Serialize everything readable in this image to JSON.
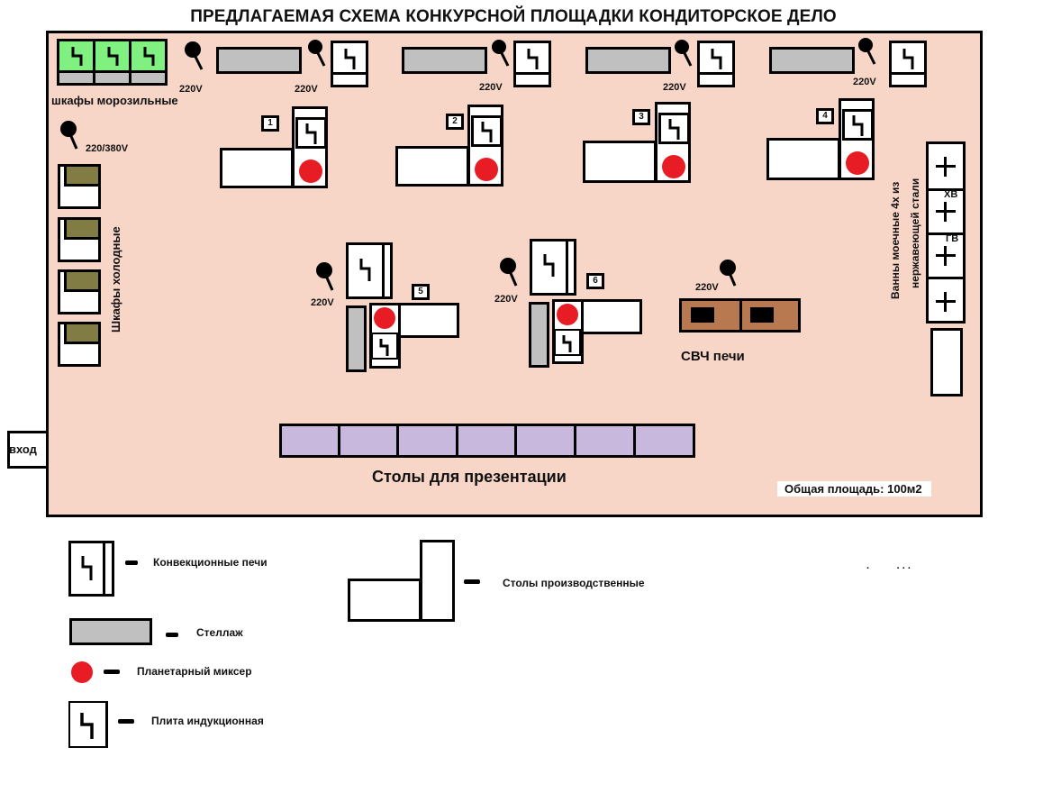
{
  "title": "ПРЕДЛАГАЕМАЯ СХЕМА КОНКУРСНОЙ ПЛОЩАДКИ КОНДИТОРСКОЕ ДЕЛО",
  "colors": {
    "floor": "#f7d6c8",
    "freezer": "#80f080",
    "fridge": "#807c44",
    "rack": "#c0c0c0",
    "mixer": "#e81c24",
    "presentation_table": "#c8b8de",
    "microwave": "#b87850"
  },
  "floor_plan": {
    "freezers_label": "шкафы морозильные",
    "freezer_count": 3,
    "fridges_label": "Шкафы холодные",
    "fridge_count": 4,
    "main_socket_label": "220/380V",
    "socket_label": "220V",
    "workstations": [
      "1",
      "2",
      "3",
      "4",
      "5",
      "6"
    ],
    "microwave_label": "СВЧ печи",
    "microwave_count": 2,
    "sinks_label_line1": "Ванны моечные 4х из",
    "sinks_label_line2": "нержавеющей стали",
    "sink_count": 4,
    "cold_water_label": "ХВ",
    "hot_water_label": "ГВ",
    "presentation_label": "Столы для презентации",
    "presentation_table_count": 7,
    "entrance_label": "вход",
    "total_area_label": "Общая площадь: 100м2"
  },
  "legend": {
    "convection_oven": "Конвекционные печи",
    "rack": "Стеллаж",
    "mixer": "Планетарный миксер",
    "induction_hob": "Плита индукционная",
    "production_tables": "Столы производственные"
  },
  "stray_marks": ".          . . ."
}
